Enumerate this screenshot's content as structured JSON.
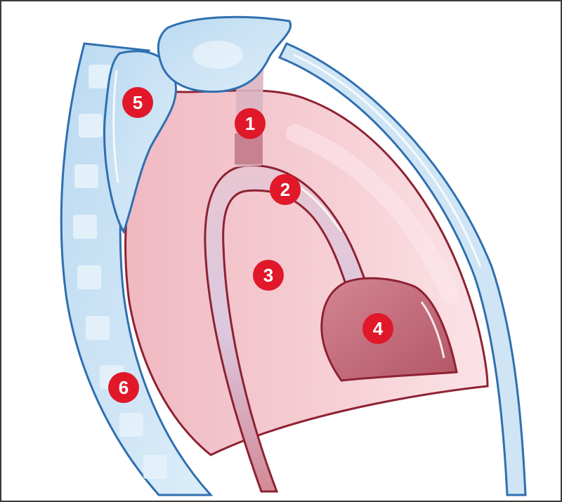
{
  "colors": {
    "border": "#3b3b3b",
    "bone_fill": "#cfe5f5",
    "bone_outline": "#2f6fb0",
    "cavity_fill": "#f3c9cf",
    "cavity_outline": "#8e2232",
    "heart_fill": "#c9707c",
    "marker": "#e0182a"
  },
  "markers": [
    {
      "id": "1",
      "label": "1"
    },
    {
      "id": "2",
      "label": "2"
    },
    {
      "id": "3",
      "label": "3"
    },
    {
      "id": "4",
      "label": "4"
    },
    {
      "id": "5",
      "label": "5"
    },
    {
      "id": "6",
      "label": "6"
    }
  ]
}
